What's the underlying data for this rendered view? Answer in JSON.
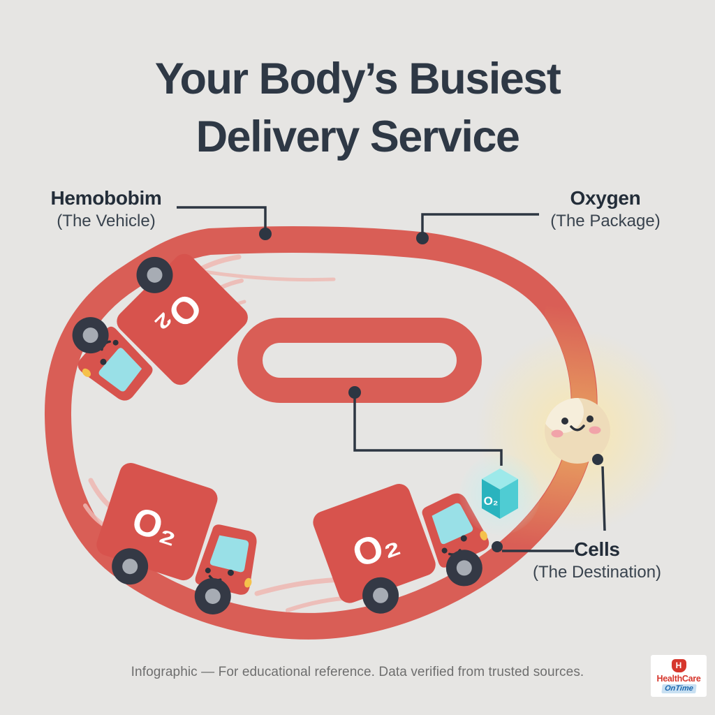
{
  "title": {
    "line1": "Your Body’s Busiest",
    "line2": "Delivery Service"
  },
  "callouts": {
    "hemoglobin": {
      "name": "Hemobobim",
      "role": "(The Vehicle)"
    },
    "oxygen": {
      "name": "Oxygen",
      "role": "(The Package)"
    },
    "cells": {
      "name": "Cells",
      "role": "(The Destination)"
    }
  },
  "diagram": {
    "truck_cargo_label": "O₂",
    "oxygen_cube_label": "O₂",
    "icons": {
      "vehicle": "delivery-truck-icon",
      "package": "oxygen-cube-icon",
      "destination": "cell-face-icon",
      "route": "blood-vessel-loop"
    }
  },
  "footer": {
    "note": "Infographic — For educational reference. Data verified from trusted sources."
  },
  "logo": {
    "monogram": "H",
    "name": "HealthCare",
    "tagline": "OnTime"
  },
  "colors": {
    "background": "#e6e5e3",
    "track_red": "#d95e56",
    "truck_red": "#d7534d",
    "accent_orange": "#e6995f",
    "teal_cube": "#29b3be",
    "windshield_cyan": "#99e0e7",
    "cell_body": "#eedcba",
    "glow_yellow": "#fbe9ad",
    "ink": "#2d3642",
    "footer_gray": "#6e6e6e",
    "logo_red": "#d6362c",
    "logo_blue": "#1a66ad"
  }
}
